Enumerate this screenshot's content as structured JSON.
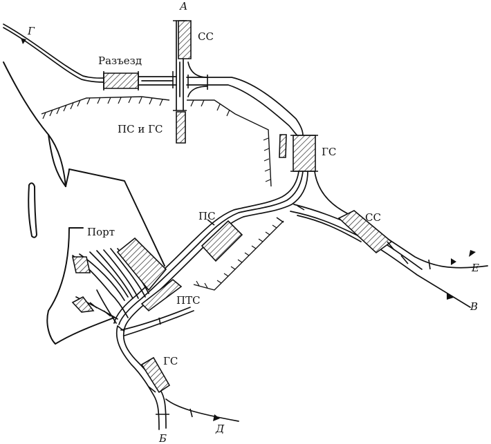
{
  "labels": {
    "a": "А",
    "b": "Б",
    "v": "В",
    "g": "Г",
    "d": "Д",
    "e": "Е",
    "razezd": "Разъезд",
    "ss_top": "СС",
    "ps_gs": "ПС и ГС",
    "gs_mid": "ГС",
    "ss_right": "СС",
    "ps": "ПС",
    "pts": "ПТС",
    "port": "Порт",
    "gs_bottom": "ГС"
  }
}
